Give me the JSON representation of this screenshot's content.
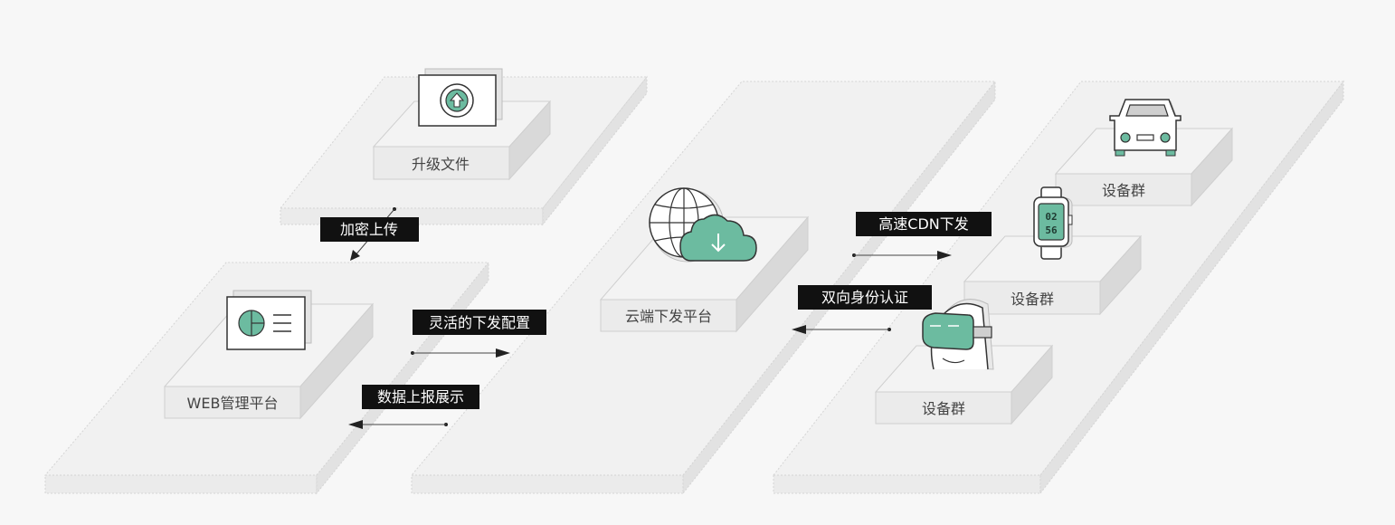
{
  "colors": {
    "background": "#f7f7f7",
    "accent": "#6cbba0",
    "tag_background": "#111111",
    "tag_text": "#ffffff",
    "platform_face": "#efefef",
    "platform_side": "#dcdcdc"
  },
  "platforms": {
    "upgrade_file": "升级文件",
    "web_admin": "WEB管理平台",
    "cloud_dispatch": "云端下发平台",
    "device_group_car": "设备群",
    "device_group_watch": "设备群",
    "device_group_vr": "设备群"
  },
  "flows": {
    "encrypted_upload": "加密上传",
    "flexible_config": "灵活的下发配置",
    "data_report": "数据上报展示",
    "cdn_dispatch": "高速CDN下发",
    "mutual_auth": "双向身份认证"
  },
  "watch_display": {
    "line1": "02",
    "line2": "56"
  },
  "icons": {
    "upload_document": "upload-document-icon",
    "dashboard": "dashboard-icon",
    "globe_cloud": "globe-cloud-download-icon",
    "car": "car-icon",
    "smartwatch": "smartwatch-icon",
    "vr_headset": "vr-headset-icon"
  }
}
